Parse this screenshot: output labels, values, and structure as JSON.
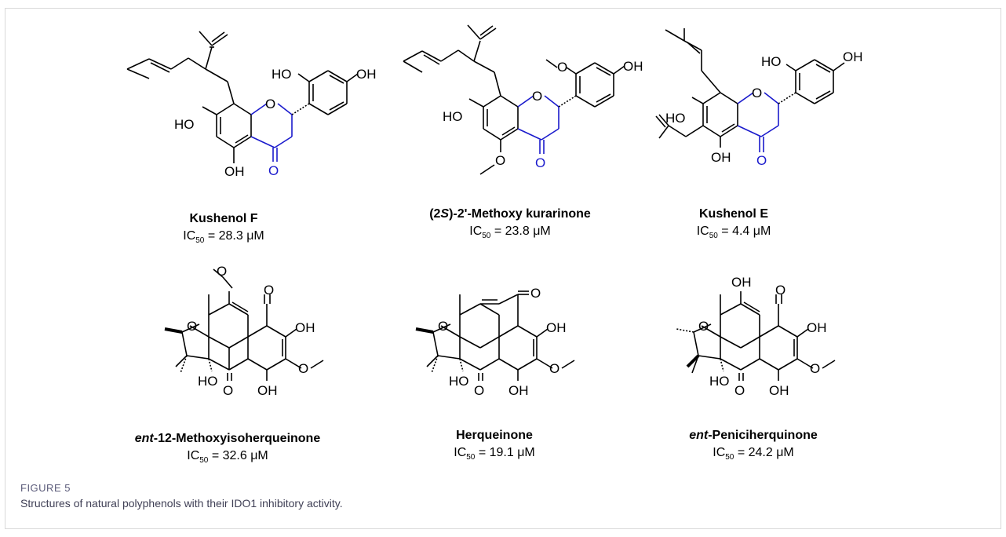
{
  "compounds": [
    {
      "name_prefix": "",
      "name_italic": "",
      "name_main": "Kushenol F",
      "ic_label": "IC",
      "ic_sub": "50",
      "ic_value": " = 28.3  μM"
    },
    {
      "name_prefix": "(2",
      "name_italic": "S",
      "name_main": ")-2'-Methoxy kurarinone",
      "ic_label": "IC",
      "ic_sub": "50",
      "ic_value": " = 23.8  μM"
    },
    {
      "name_prefix": "",
      "name_italic": "",
      "name_main": "Kushenol E",
      "ic_label": "IC",
      "ic_sub": "50",
      "ic_value": " = 4.4  μM"
    },
    {
      "name_prefix": "",
      "name_italic": "ent",
      "name_main": "-12-Methoxyisoherqueinone",
      "ic_label": "IC",
      "ic_sub": "50",
      "ic_value": " = 32.6  μM"
    },
    {
      "name_prefix": "",
      "name_italic": "",
      "name_main": "Herqueinone",
      "ic_label": "IC",
      "ic_sub": "50",
      "ic_value": " = 19.1  μM"
    },
    {
      "name_prefix": "",
      "name_italic": "ent",
      "name_main": "-Peniciherquinone",
      "ic_label": "IC",
      "ic_sub": "50",
      "ic_value": " = 24.2  μM"
    }
  ],
  "atoms": {
    "oh": "OH",
    "ho": "HO",
    "o": "O"
  },
  "colors": {
    "scaffold": "#1a1acc",
    "bond": "#000000"
  },
  "caption": {
    "label": "FIGURE 5",
    "text": "Structures of natural polyphenols with their IDO1 inhibitory activity."
  }
}
